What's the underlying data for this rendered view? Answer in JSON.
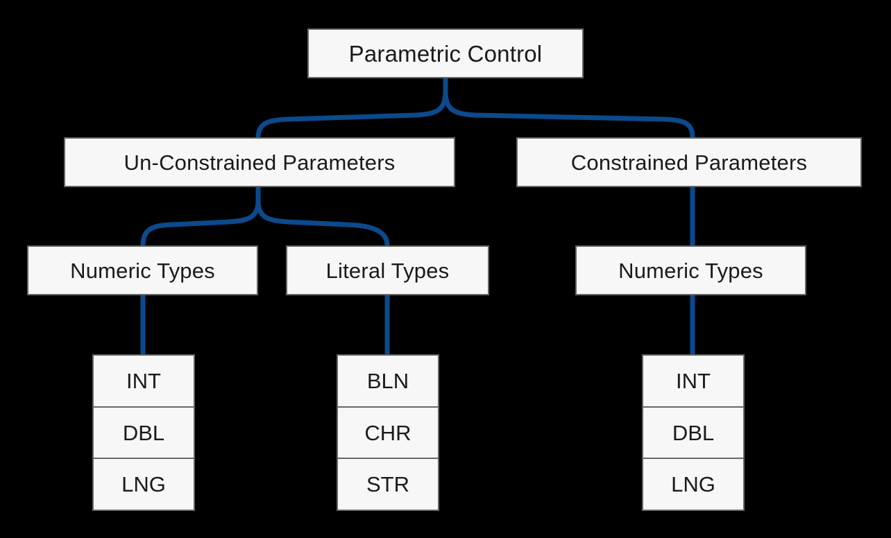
{
  "diagram": {
    "title": "Parametric Control",
    "background_color": "#000000",
    "node_fill": "#f7f7f7",
    "node_border": "#666666",
    "edge_color": "#0b4a8c",
    "text_color": "#1a1a1a"
  },
  "nodes": {
    "root": {
      "label": "Parametric Control"
    },
    "unconstrained": {
      "label": "Un-Constrained Parameters"
    },
    "constrained": {
      "label": "Constrained Parameters"
    },
    "unconstrained_numeric": {
      "label": "Numeric Types"
    },
    "unconstrained_literal": {
      "label": "Literal Types"
    },
    "constrained_numeric": {
      "label": "Numeric Types"
    }
  },
  "stacks": {
    "unconstrained_numeric_types": {
      "items": [
        {
          "label": "INT"
        },
        {
          "label": "DBL"
        },
        {
          "label": "LNG"
        }
      ]
    },
    "unconstrained_literal_types": {
      "items": [
        {
          "label": "BLN"
        },
        {
          "label": "CHR"
        },
        {
          "label": "STR"
        }
      ]
    },
    "constrained_numeric_types": {
      "items": [
        {
          "label": "INT"
        },
        {
          "label": "DBL"
        },
        {
          "label": "LNG"
        }
      ]
    }
  }
}
